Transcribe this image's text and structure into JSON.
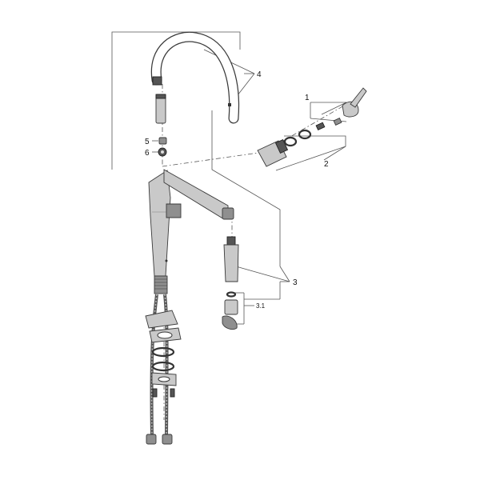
{
  "callouts": {
    "c1": "1",
    "c2": "2",
    "c3": "3",
    "c3_1": "3.1",
    "c4": "4",
    "c5": "5",
    "c6": "6"
  }
}
